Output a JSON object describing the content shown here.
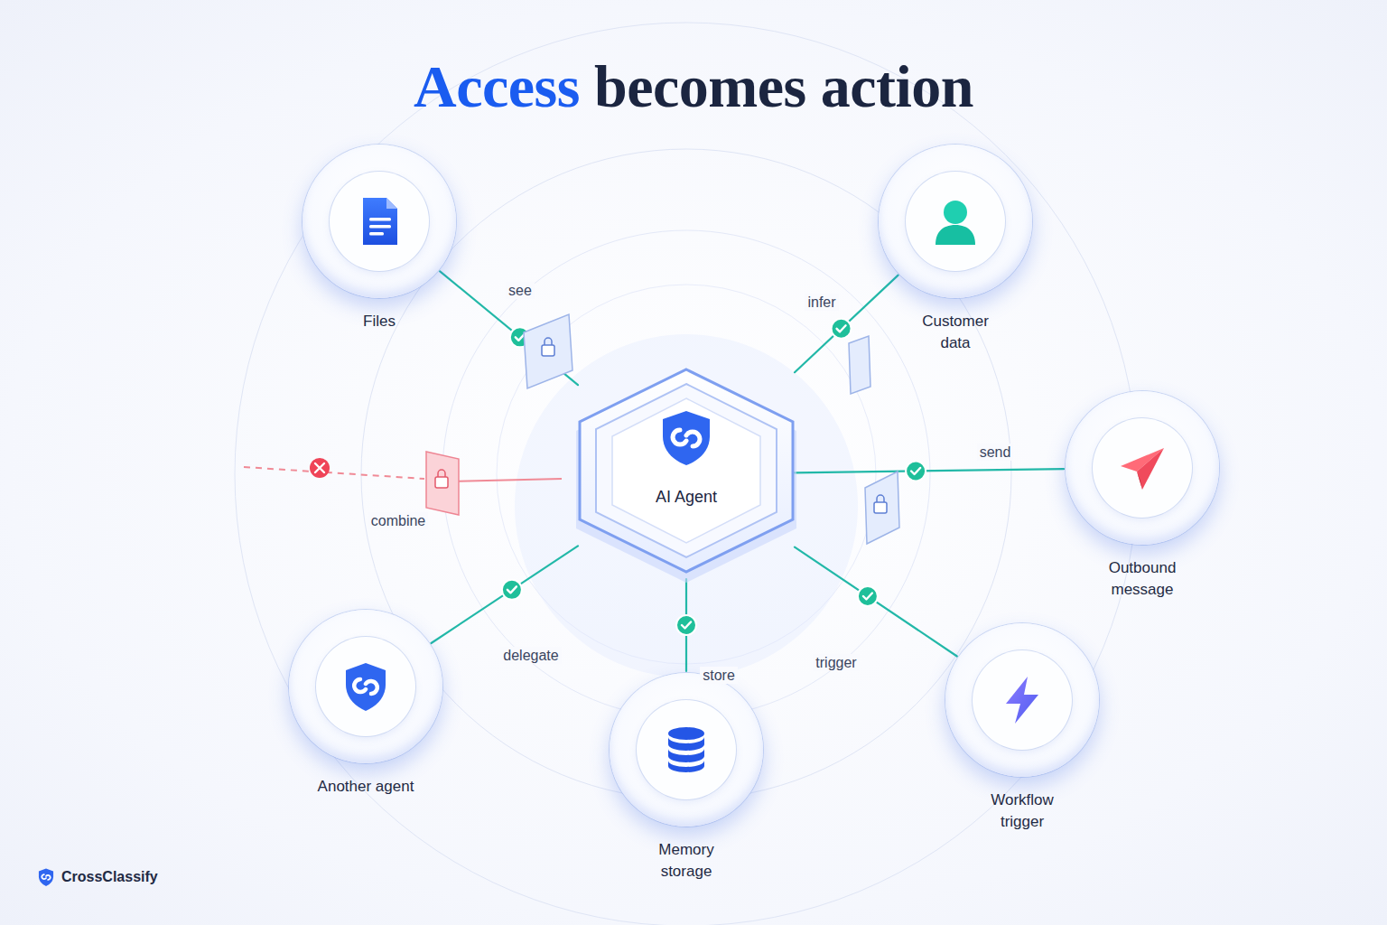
{
  "diagram": {
    "title": "Access becomes action",
    "nodes": [
      {
        "text": [
          "Files"
        ]
      },
      {
        "text": [
          "Customer data"
        ]
      },
      {
        "text": [
          "AI Agent"
        ]
      },
      {
        "text": [
          "Outbound message"
        ]
      },
      {
        "text": [
          "Another agent"
        ]
      },
      {
        "text": [
          "Workflow trigger"
        ]
      },
      {
        "text": [
          "Memory storage"
        ]
      }
    ],
    "edges": [
      {
        "from": 2,
        "to": 0,
        "label": "see",
        "arrow": "none"
      },
      {
        "from": 2,
        "to": 1,
        "label": "infer",
        "arrow": "none"
      },
      {
        "from": 2,
        "to": 3,
        "label": "send",
        "arrow": "none"
      },
      {
        "from": 2,
        "to": 4,
        "label": "delegate",
        "arrow": "none"
      },
      {
        "from": 2,
        "to": 6,
        "label": "store",
        "arrow": "none"
      },
      {
        "from": 2,
        "to": 5,
        "label": "trigger",
        "arrow": "none"
      }
    ],
    "labels": [
      "combine",
      "CrossClassify"
    ]
  }
}
